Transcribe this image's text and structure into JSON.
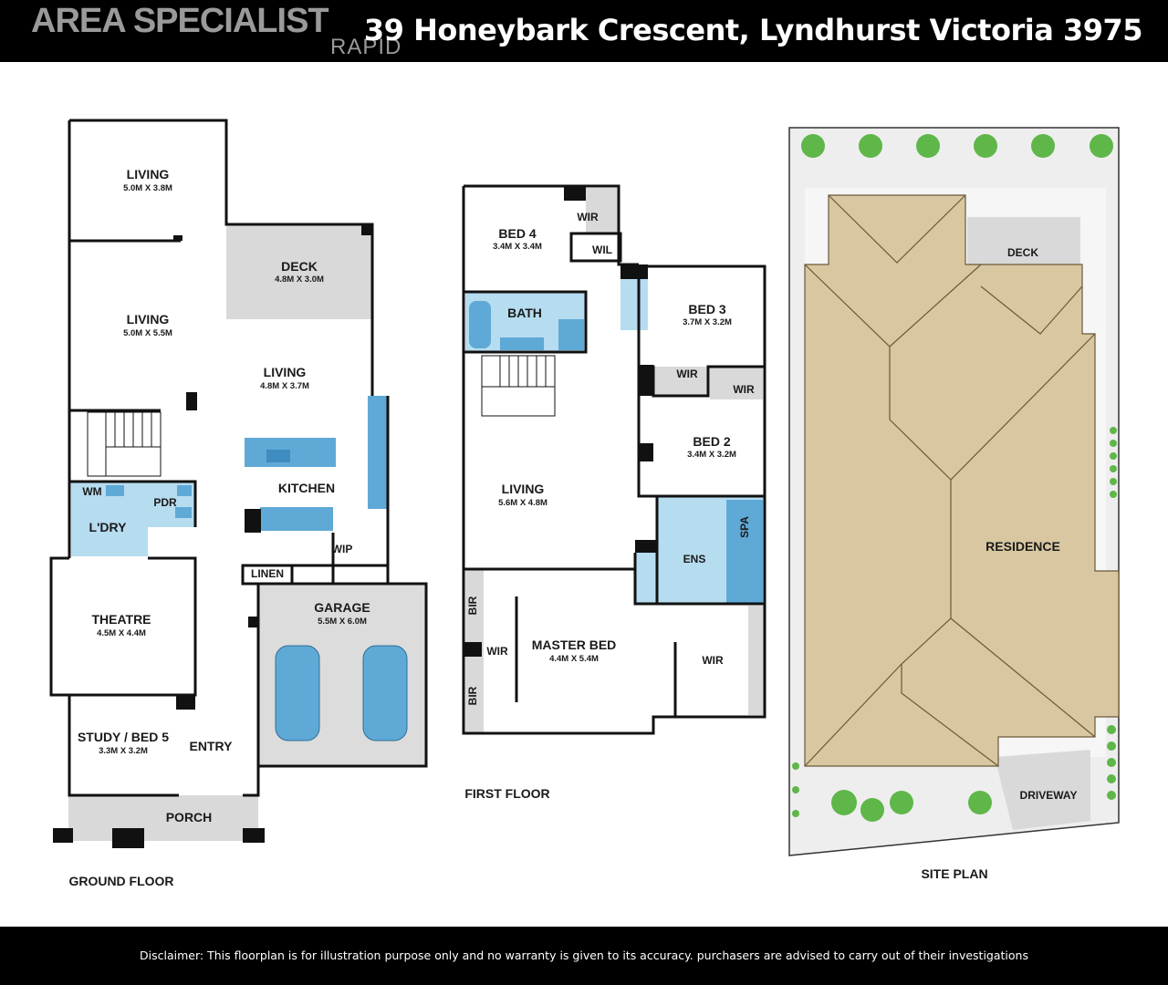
{
  "header": {
    "logo_main": "AREA SPECIALIST",
    "logo_sub": "RAPID",
    "address": "39 Honeybark Crescent, Lyndhurst Victoria 3975"
  },
  "footer": {
    "disclaimer": "Disclaimer: This floorplan is for illustration purpose only and no warranty is given to its accuracy. purchasers are advised to carry out of their investigations"
  },
  "ground_floor": {
    "label": "GROUND FLOOR",
    "living1": {
      "name": "LIVING",
      "dim": "5.0M X 3.8M"
    },
    "living2": {
      "name": "LIVING",
      "dim": "5.0M X 5.5M"
    },
    "deck": {
      "name": "DECK",
      "dim": "4.8M X 3.0M"
    },
    "living3": {
      "name": "LIVING",
      "dim": "4.8M X 3.7M"
    },
    "kitchen": {
      "name": "KITCHEN"
    },
    "wm": {
      "name": "WM"
    },
    "pdr": {
      "name": "PDR"
    },
    "laundry": {
      "name": "L'DRY"
    },
    "wip": {
      "name": "WIP"
    },
    "linen": {
      "name": "LINEN"
    },
    "garage": {
      "name": "GARAGE",
      "dim": "5.5M X 6.0M"
    },
    "theatre": {
      "name": "THEATRE",
      "dim": "4.5M X 4.4M"
    },
    "study": {
      "name": "STUDY / BED 5",
      "dim": "3.3M X 3.2M"
    },
    "entry": {
      "name": "ENTRY"
    },
    "porch": {
      "name": "PORCH"
    }
  },
  "first_floor": {
    "label": "FIRST FLOOR",
    "bed4": {
      "name": "BED 4",
      "dim": "3.4M X 3.4M"
    },
    "wir_bed4": {
      "name": "WIR"
    },
    "wil": {
      "name": "WIL"
    },
    "bath": {
      "name": "BATH"
    },
    "bed3": {
      "name": "BED 3",
      "dim": "3.7M X 3.2M"
    },
    "wir_bed3": {
      "name": "WIR"
    },
    "wir_bed2": {
      "name": "WIR"
    },
    "bed2": {
      "name": "BED 2",
      "dim": "3.4M X 3.2M"
    },
    "living": {
      "name": "LIVING",
      "dim": "5.6M X 4.8M"
    },
    "ens": {
      "name": "ENS"
    },
    "spa": {
      "name": "SPA"
    },
    "bir1": {
      "name": "BIR"
    },
    "bir2": {
      "name": "BIR"
    },
    "wir_master_left": {
      "name": "WIR"
    },
    "master": {
      "name": "MASTER BED",
      "dim": "4.4M X 5.4M"
    },
    "wir_master_right": {
      "name": "WIR"
    }
  },
  "site_plan": {
    "label": "SITE PLAN",
    "deck": "DECK",
    "residence": "RESIDENCE",
    "driveway": "DRIVEWAY"
  },
  "colors": {
    "wet_area": "#b6dcf0",
    "fixture": "#5fa9d6",
    "deck": "#d9d9d9",
    "roof": "#d8c7a0",
    "roof_line": "#6b5a3a",
    "tree": "#5fb649",
    "wall": "#111111"
  }
}
